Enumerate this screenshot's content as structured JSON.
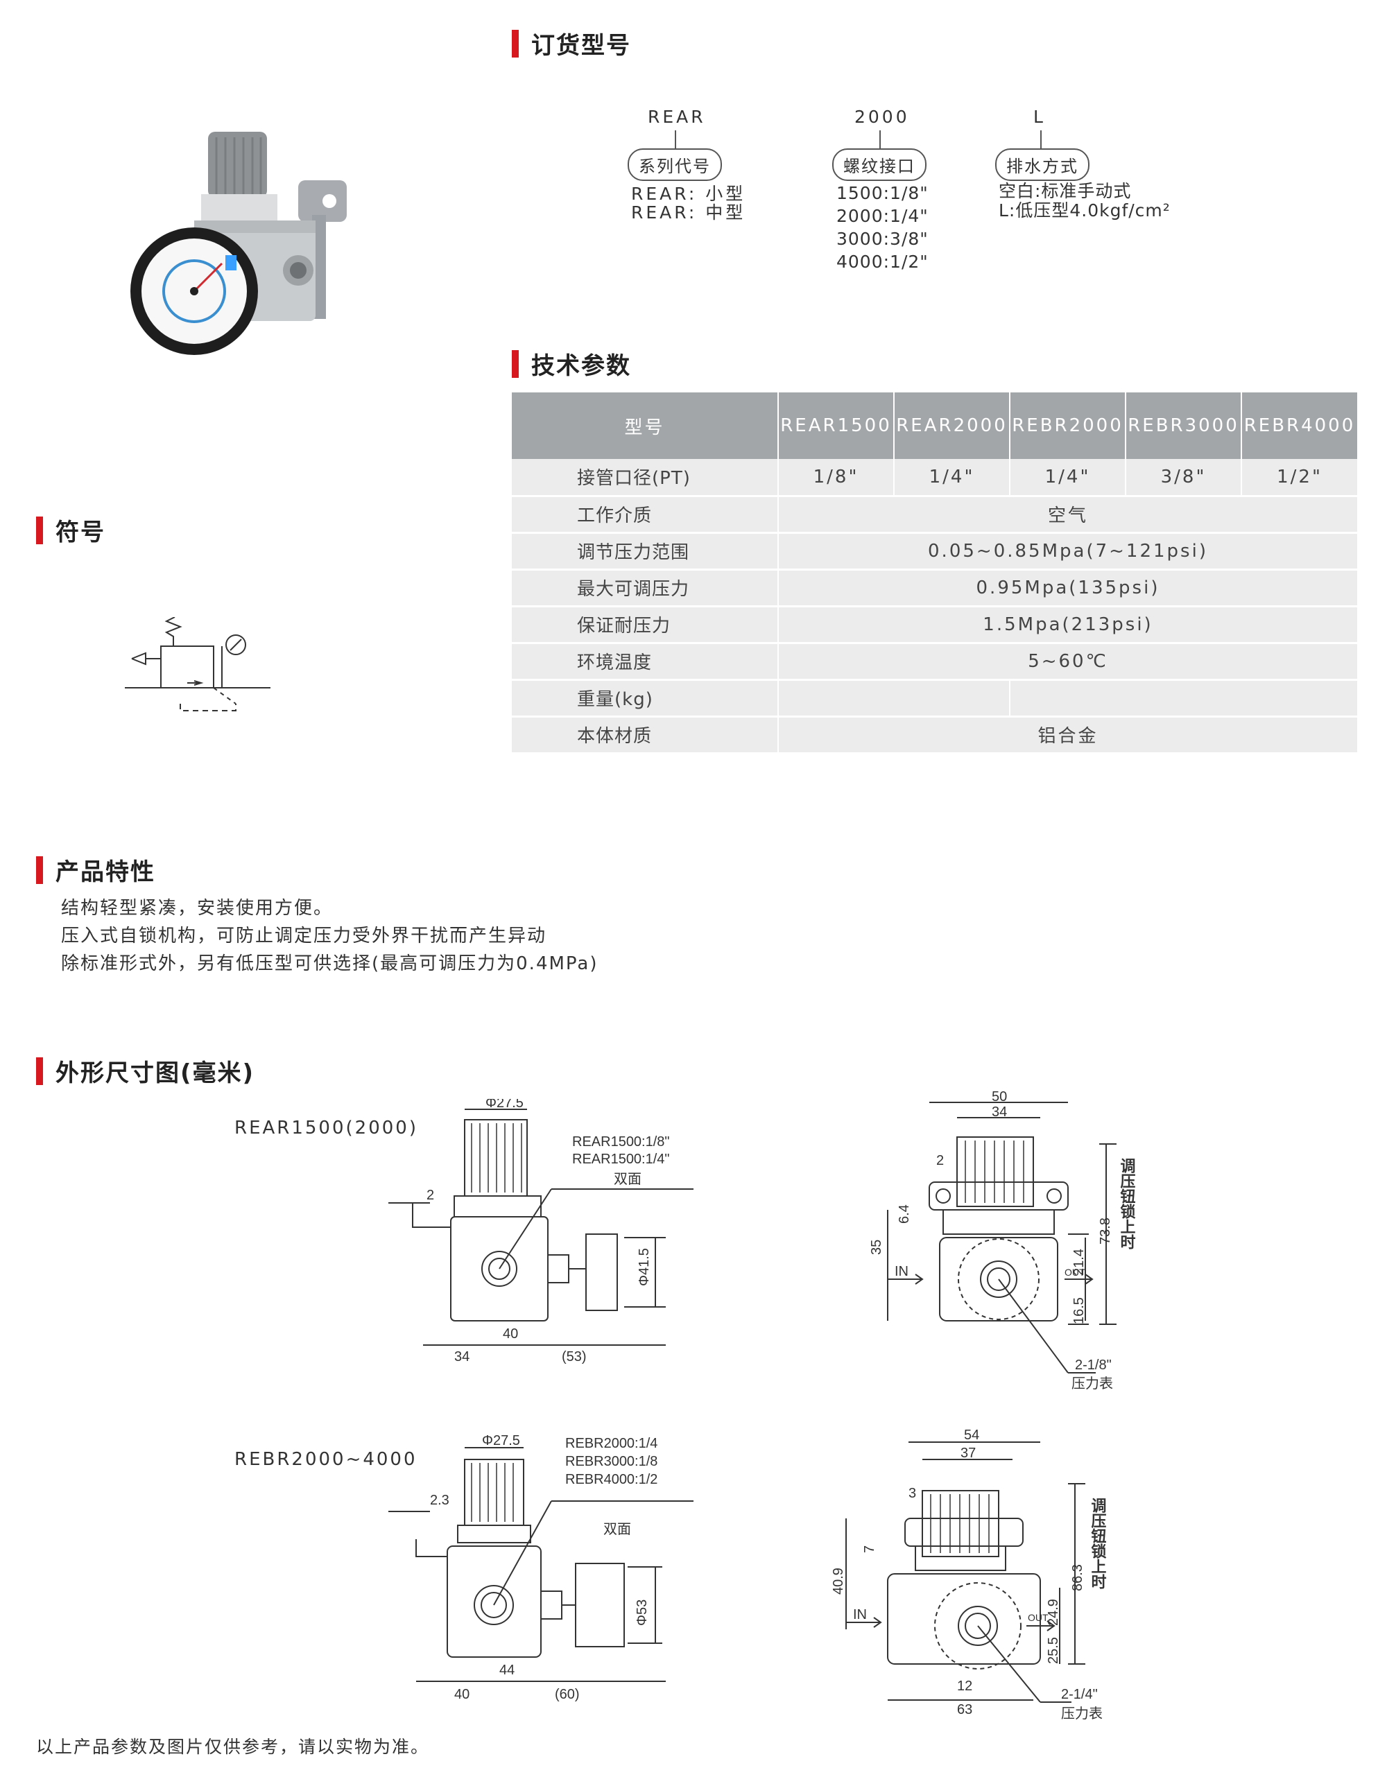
{
  "sections": {
    "order": "订货型号",
    "tech": "技术参数",
    "symbol": "符号",
    "features": "产品特性",
    "dimensions": "外形尺寸图(毫米)"
  },
  "order_code": {
    "series": {
      "code": "REAR",
      "label": "系列代号",
      "options": [
        "REAR: 小型",
        "REAR: 中型"
      ]
    },
    "thread": {
      "code": "2000",
      "label": "螺纹接口",
      "options": [
        "1500:1/8\"",
        "2000:1/4\"",
        "3000:3/8\"",
        "4000:1/2\""
      ]
    },
    "drain": {
      "code": "L",
      "label": "排水方式",
      "options": [
        "空白:标准手动式",
        "L:低压型4.0kgf/cm²"
      ]
    }
  },
  "spec": {
    "headers": [
      "型号",
      "REAR1500",
      "REAR2000",
      "REBR2000",
      "REBR3000",
      "REBR4000"
    ],
    "port_label": "接管口径(PT)",
    "ports": [
      "1/8\"",
      "1/4\"",
      "1/4\"",
      "3/8\"",
      "1/2\""
    ],
    "medium_label": "工作介质",
    "medium": "空气",
    "range_label": "调节压力范围",
    "range": "0.05~0.85Mpa(7~121psi)",
    "max_label": "最大可调压力",
    "max": "0.95Mpa(135psi)",
    "proof_label": "保证耐压力",
    "proof": "1.5Mpa(213psi)",
    "temp_label": "环境温度",
    "temp": "5~60℃",
    "weight_label": "重量(kg)",
    "weight_a": "",
    "weight_b": "",
    "material_label": "本体材质",
    "material": "铝合金"
  },
  "features": [
    "结构轻型紧凑，安装使用方便。",
    "压入式自锁机构，可防止调定压力受外界干扰而产生异动",
    "除标准形式外，另有低压型可供选择(最高可调压力为0.4MPa)"
  ],
  "drawing1": {
    "model": "REAR1500(2000)",
    "phi_top": "Φ27.5",
    "port_a": "REAR1500:1/8\"",
    "port_b": "REAR1500:1/4\"",
    "two_side": "双面",
    "d_2": "2",
    "d_phi": "Φ41.5",
    "d_34": "34",
    "d_40": "40",
    "d_53": "(53)",
    "s_50": "50",
    "s_34": "34",
    "s_2": "2",
    "s_64": "6.4",
    "s_35": "35",
    "s_214": "21.4",
    "s_738": "73.8",
    "s_165": "16.5",
    "in": "IN",
    "out": "OUT",
    "gauge_port": "2-1/8\"",
    "gauge": "压力表",
    "lock": "调压钮锁上时"
  },
  "drawing2": {
    "model": "REBR2000~4000",
    "phi_top": "Φ27.5",
    "port_a": "REBR2000:1/4",
    "port_b": "REBR3000:1/8",
    "port_c": "REBR4000:1/2",
    "two_side": "双面",
    "d_23": "2.3",
    "d_phi": "Φ53",
    "d_40": "40",
    "d_44": "44",
    "d_60": "(60)",
    "s_54": "54",
    "s_37": "37",
    "s_3": "3",
    "s_7": "7",
    "s_409": "40.9",
    "s_249": "24.9",
    "s_863": "86.3",
    "s_255": "25.5",
    "s_12": "12",
    "s_63": "63",
    "in": "IN",
    "out": "OUT",
    "gauge_port": "2-1/4\"",
    "gauge": "压力表",
    "lock": "调压钮锁上时"
  },
  "footer": "以上产品参数及图片仅供参考，请以实物为准。"
}
